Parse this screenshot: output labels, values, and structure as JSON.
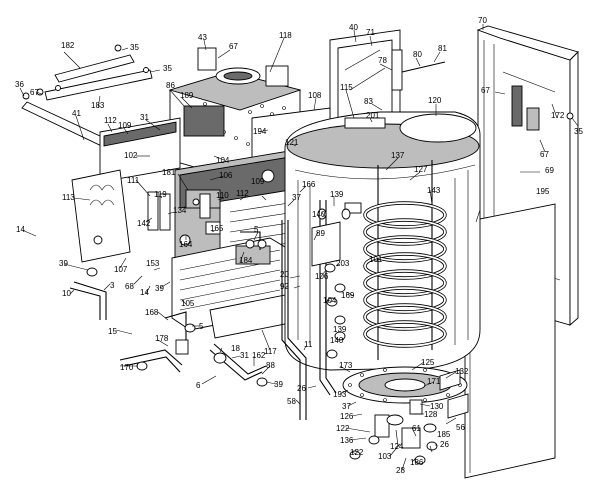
{
  "labels": [
    "182",
    "35",
    "35",
    "43",
    "67",
    "118",
    "40",
    "71",
    "70",
    "36",
    "67",
    "183",
    "86",
    "189",
    "80",
    "81",
    "78",
    "41",
    "112",
    "109",
    "31",
    "108",
    "115",
    "83",
    "120",
    "67",
    "172",
    "35",
    "102",
    "194",
    "201",
    "121",
    "104",
    "106",
    "137",
    "127",
    "67",
    "181",
    "143",
    "69",
    "113",
    "111",
    "119",
    "110",
    "112",
    "109",
    "166",
    "139",
    "140",
    "195",
    "142",
    "134",
    "164",
    "165",
    "37",
    "14",
    "5",
    "89",
    "107",
    "184",
    "101",
    "39",
    "68",
    "14",
    "153",
    "39",
    "20",
    "92",
    "106",
    "203",
    "10",
    "3",
    "105",
    "104",
    "169",
    "168",
    "5",
    "15",
    "117",
    "139",
    "140",
    "178",
    "18",
    "31",
    "162",
    "11",
    "88",
    "170",
    "6",
    "39",
    "26",
    "193",
    "173",
    "125",
    "132",
    "171",
    "130",
    "128",
    "37",
    "58",
    "126",
    "122",
    "136",
    "122",
    "124",
    "103",
    "61",
    "186",
    "28",
    "26",
    "185",
    "56"
  ]
}
